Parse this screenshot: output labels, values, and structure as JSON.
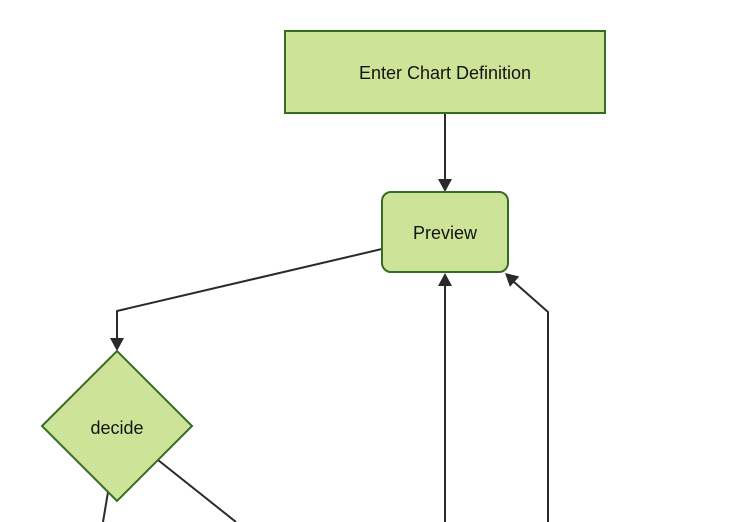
{
  "diagram": {
    "type": "flowchart",
    "direction": "top-down",
    "nodes": [
      {
        "id": "A",
        "label": "Enter Chart Definition",
        "shape": "rectangle"
      },
      {
        "id": "B",
        "label": "Preview",
        "shape": "rounded-rectangle"
      },
      {
        "id": "C",
        "label": "decide",
        "shape": "diamond"
      }
    ],
    "edges": [
      {
        "from": "Enter Chart Definition",
        "to": "Preview",
        "arrow": true
      },
      {
        "from": "Preview",
        "to": "decide",
        "arrow": true
      },
      {
        "from": "offscreen-bottom-1",
        "to": "Preview",
        "arrow": true
      },
      {
        "from": "offscreen-bottom-2",
        "to": "Preview",
        "arrow": true
      },
      {
        "from": "decide",
        "to": "offscreen-bottom-left",
        "arrow": false
      },
      {
        "from": "decide",
        "to": "offscreen-bottom-right",
        "arrow": false
      }
    ],
    "colors": {
      "node_fill": "#cde498",
      "node_border": "#366c25",
      "edge": "#2a2a2a",
      "label_text": "#141414",
      "background": "#ffffff"
    }
  }
}
